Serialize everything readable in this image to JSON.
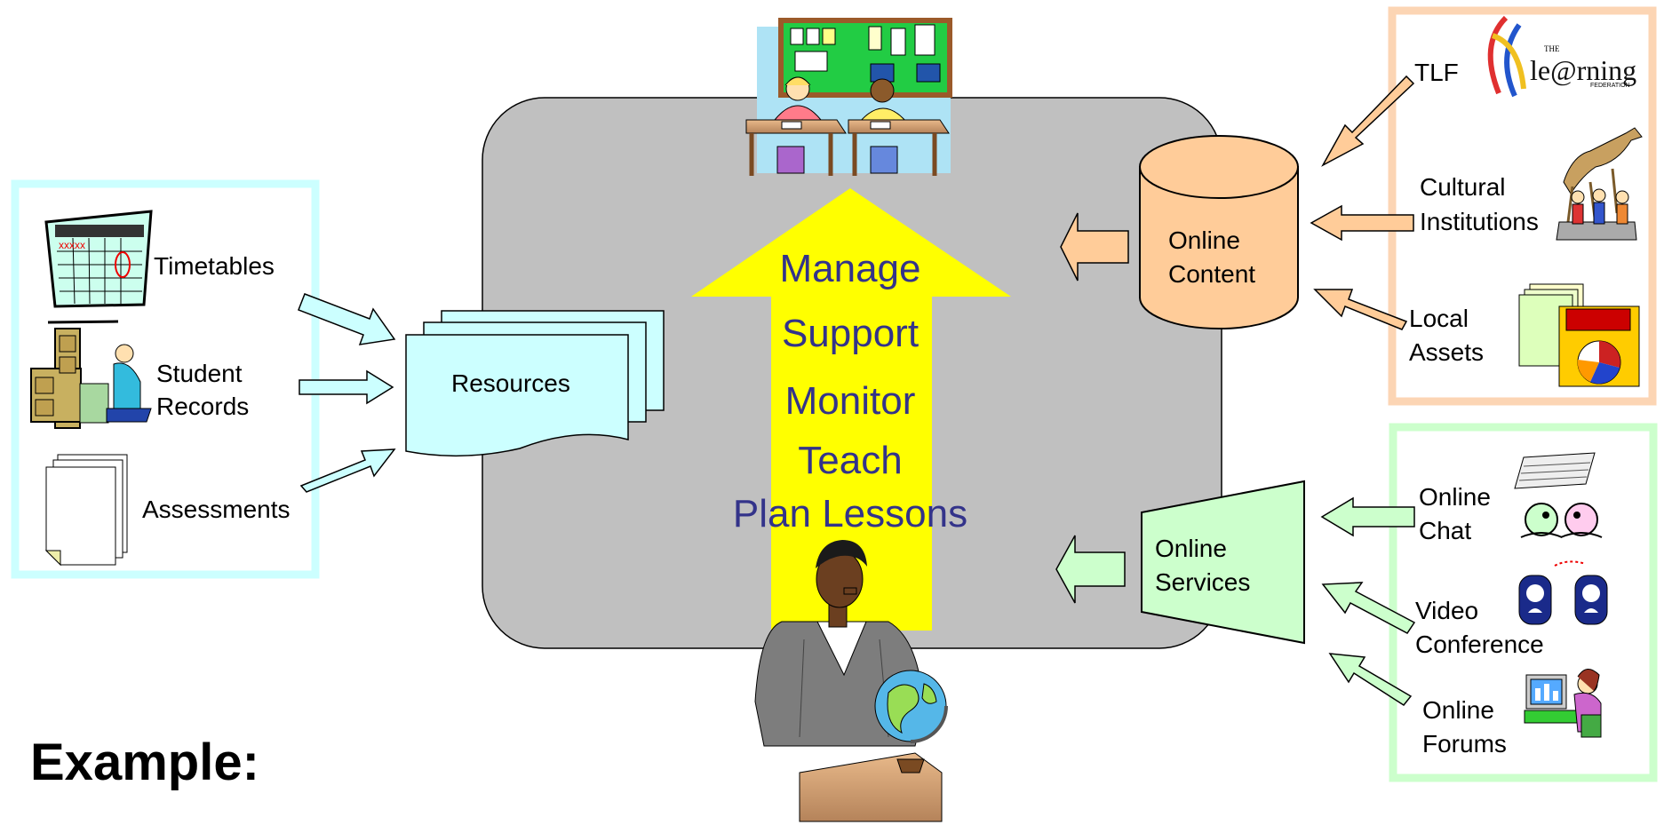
{
  "slide_title": "Example:",
  "left_panel": {
    "items": [
      {
        "label_lines": [
          "Timetables"
        ],
        "icon": "timetable-icon"
      },
      {
        "label_lines": [
          "Student",
          "Records"
        ],
        "icon": "filing-cabinet-icon"
      },
      {
        "label_lines": [
          "Assessments"
        ],
        "icon": "documents-icon"
      }
    ],
    "border_color": "#ccffff"
  },
  "resources_label": "Resources",
  "center_box_color": "#c0c0c0",
  "arrow_color": "#ffff00",
  "teacher_tasks": [
    "Manage",
    "Support",
    "Monitor",
    "Teach",
    "Plan Lessons"
  ],
  "online_content": {
    "label_lines": [
      "Online",
      "Content"
    ],
    "color": "#ffcc99"
  },
  "online_services": {
    "label_lines": [
      "Online",
      "Services"
    ],
    "color": "#ccffcc"
  },
  "content_panel": {
    "items": [
      {
        "label_lines": [
          "TLF"
        ],
        "icon": "learning-federation-logo"
      },
      {
        "label_lines": [
          "Cultural",
          "Institutions"
        ],
        "icon": "museum-dinosaur-icon"
      },
      {
        "label_lines": [
          "Local",
          "Assets"
        ],
        "icon": "projector-chart-icon"
      }
    ],
    "logo_text": "le@rning",
    "logo_small_top": "THE",
    "logo_small_bottom": "FEDERATION",
    "border_color": "#fcd5b4"
  },
  "services_panel": {
    "items": [
      {
        "label_lines": [
          "Online",
          "Chat"
        ],
        "icon": "chat-icon"
      },
      {
        "label_lines": [
          "Video",
          "Conference"
        ],
        "icon": "video-conference-icon"
      },
      {
        "label_lines": [
          "Online",
          "Forums"
        ],
        "icon": "forum-computer-icon"
      }
    ],
    "border_color": "#ccffcc"
  }
}
